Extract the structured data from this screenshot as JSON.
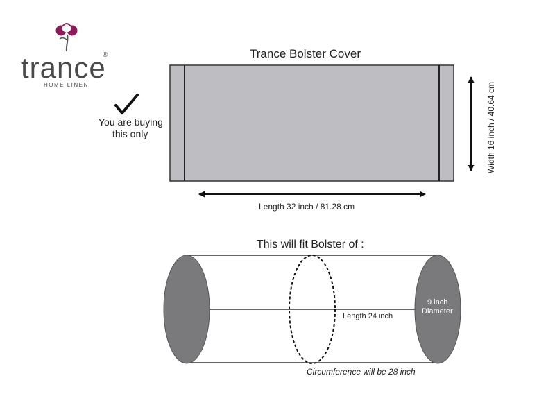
{
  "logo": {
    "wordmark": "trance",
    "registered": "®",
    "tagline": "HOME LINEN",
    "icon": "cotton-flower-icon",
    "flower_color": "#8e1b5c",
    "stem_color": "#555555"
  },
  "purchase_note": {
    "icon": "checkmark-icon",
    "line1": "You are buying",
    "line2": "this only"
  },
  "cover": {
    "title": "Trance Bolster Cover",
    "length_label": "Length 32 inch / 81.28 cm",
    "width_label": "Width 16 inch / 40.64 cm",
    "fill_color": "#bebec2",
    "edge_color": "#333333"
  },
  "bolster": {
    "title": "This will fit Bolster of :",
    "length_label": "Length 24 inch",
    "diameter_line1": "9 inch",
    "diameter_line2": "Diameter",
    "circumference_label": "Circumference will be 28 inch",
    "end_color": "#7a7a7c"
  }
}
